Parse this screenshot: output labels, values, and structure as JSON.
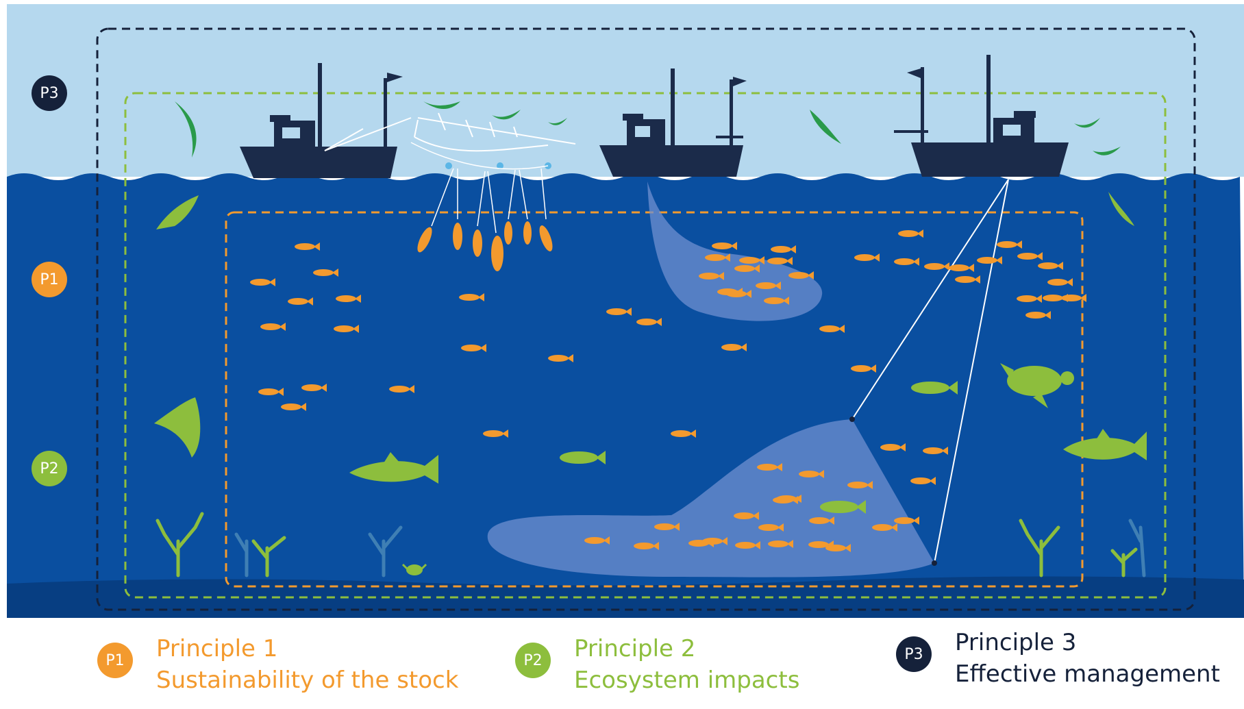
{
  "side_badges": {
    "p3": "P3",
    "p1": "P1",
    "p2": "P2"
  },
  "legend": [
    {
      "badge": "P1",
      "title": "Principle 1",
      "subtitle": "Sustainability of the stock",
      "color": "#f39a2e"
    },
    {
      "badge": "P2",
      "title": "Principle 2",
      "subtitle": "Ecosystem impacts",
      "color": "#8dbe3d"
    },
    {
      "badge": "P3",
      "title": "Principle 3",
      "subtitle": "Effective management",
      "color": "#15213a"
    }
  ],
  "colors": {
    "sky": "#b5d8ee",
    "sea": "#0a4fa0",
    "seabed": "#073e82",
    "boat": "#1b2b4a",
    "target_fish": "#f39a2e",
    "bycatch": "#8dbe3d",
    "net": "#6f8fd0"
  },
  "icons": [
    "fishing-boat-icon",
    "seabird-icon",
    "target-fish-icon",
    "shark-icon",
    "sea-turtle-icon",
    "manta-ray-icon",
    "coral-icon",
    "crab-icon",
    "trawl-net-icon",
    "purse-seine-icon",
    "longline-icon"
  ]
}
